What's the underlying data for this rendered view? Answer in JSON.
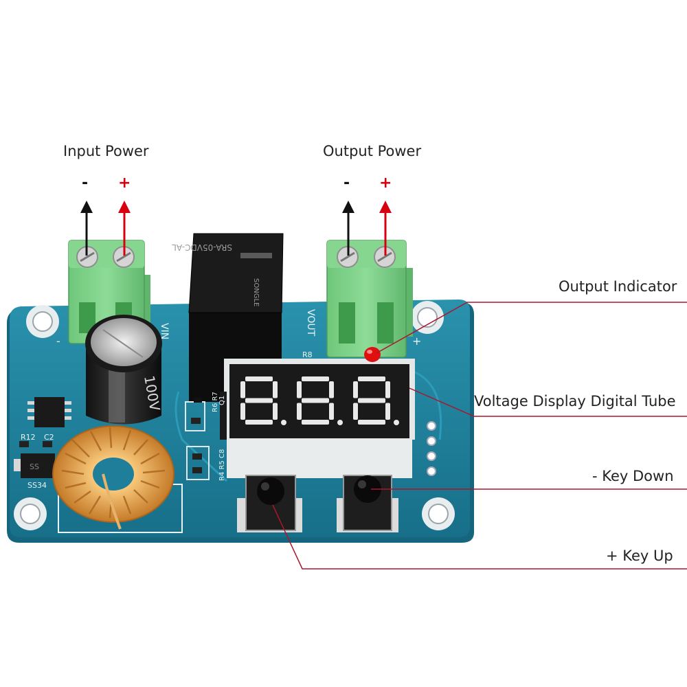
{
  "labels": {
    "input_power": "Input Power",
    "output_power": "Output Power",
    "output_indicator": "Output Indicator",
    "voltage_display": "Voltage Display Digital Tube",
    "key_down": "- Key Down",
    "key_up": "+ Key Up"
  },
  "terminal_signs": {
    "minus": "-",
    "plus": "+"
  },
  "board_silkscreen": {
    "vin": "VIN",
    "vout": "VOUT",
    "minus": "-",
    "plus": "+",
    "r8": "R8",
    "r12": "R12",
    "c2": "C2",
    "ss34": "SS34",
    "ss34_chip": "SS",
    "r6r7": "R6 R7",
    "r4r5c8": "R4 R5 C8",
    "q1": "Q1"
  },
  "relay_text": {
    "model": "SRA-05VDC-AL",
    "brand": "SONGLE"
  },
  "capacitor_text": "100V",
  "display_digits": "8.8.8.",
  "colors": {
    "pcb": "#1e7d99",
    "terminal": "#7fd28a",
    "arrow_negative": "#111111",
    "arrow_positive": "#d7000f",
    "leader_line": "#a8172e",
    "led": "#e01010"
  }
}
